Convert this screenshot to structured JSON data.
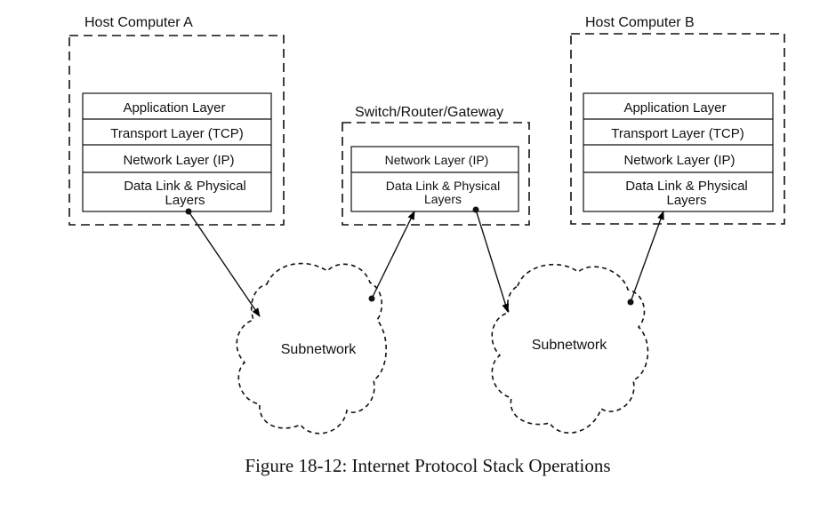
{
  "host_a": {
    "title": "Host Computer A",
    "layers": [
      "Application Layer",
      "Transport Layer (TCP)",
      "Network Layer (IP)"
    ],
    "datalink_line1": "Data Link & Physical",
    "datalink_line2": "Layers"
  },
  "router": {
    "title": "Switch/Router/Gateway",
    "layers": [
      "Network Layer (IP)"
    ],
    "datalink_line1": "Data Link & Physical",
    "datalink_line2": "Layers"
  },
  "host_b": {
    "title": "Host Computer B",
    "layers": [
      "Application Layer",
      "Transport Layer (TCP)",
      "Network Layer (IP)"
    ],
    "datalink_line1": "Data Link & Physical",
    "datalink_line2": "Layers"
  },
  "subnet_left": {
    "label": "Subnetwork"
  },
  "subnet_right": {
    "label": "Subnetwork"
  },
  "caption": "Figure 18-12: Internet Protocol Stack Operations"
}
